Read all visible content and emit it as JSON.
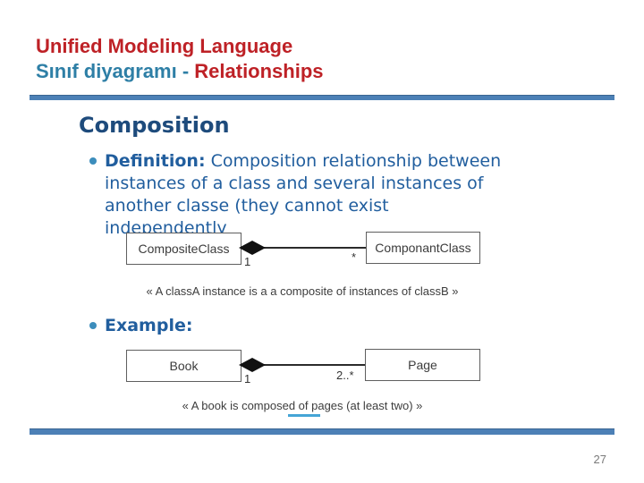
{
  "title": {
    "line1": "Unified Modeling Language",
    "line2_part1": "Sınıf diyagramı - ",
    "line2_part2": "Relationships"
  },
  "slide": {
    "heading": "Composition",
    "definition": {
      "label": "Definition:",
      "text": "Composition relationship between instances of a class and several instances of another classe (they cannot exist independently"
    },
    "example_label": "Example:",
    "diagrams": [
      {
        "left_class": "CompositeClass",
        "right_class": "ComponantClass",
        "left_multiplicity": "1",
        "right_multiplicity": "*",
        "caption": "« A classA instance is a a composite of instances of classB »"
      },
      {
        "left_class": "Book",
        "right_class": "Page",
        "left_multiplicity": "1",
        "right_multiplicity": "2..*",
        "caption": "« A book is composed of pages (at least two) »"
      }
    ],
    "page_number": "27"
  },
  "colors": {
    "title_red": "#be2126",
    "title_teal": "#2e7fa6",
    "heading_navy": "#1e4b7c",
    "body_blue": "#215e9e",
    "accent_bar": "#4c80b6",
    "caption_underline": "#45a5d6"
  }
}
